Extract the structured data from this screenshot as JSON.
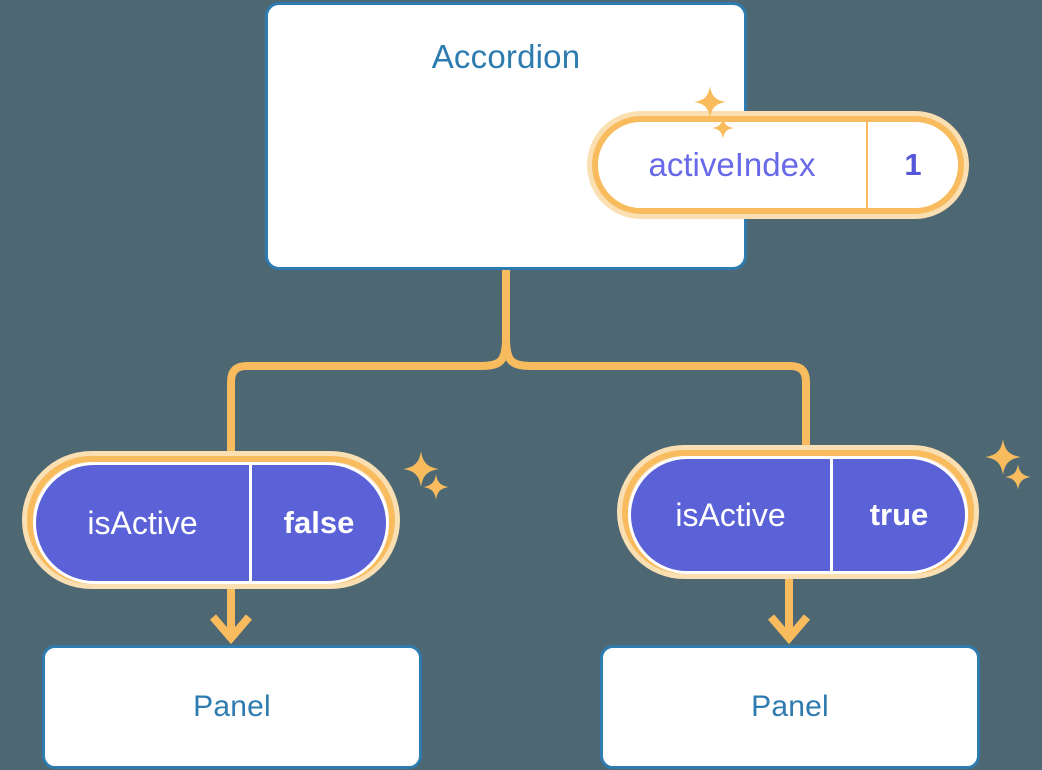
{
  "theme": {
    "background": "#4d6773",
    "card_border": "#2e7bb0",
    "card_title_color": "#2e7bb0",
    "accent_orange": "#f8bc5e",
    "accent_orange_halo": "#fadfb2",
    "state_purple": "#5b61d6",
    "root_key_color": "#6769e8"
  },
  "root": {
    "title": "Accordion",
    "state": {
      "key": "isActive-root-key",
      "key_label": "activeIndex",
      "value": "1"
    }
  },
  "children": [
    {
      "title": "Panel",
      "state": {
        "key_label": "isActive",
        "value": "false"
      }
    },
    {
      "title": "Panel",
      "state": {
        "key_label": "isActive",
        "value": "true"
      }
    }
  ],
  "icons": {
    "sparkle": "sparkle-icon",
    "arrow": "arrow-down-icon"
  }
}
